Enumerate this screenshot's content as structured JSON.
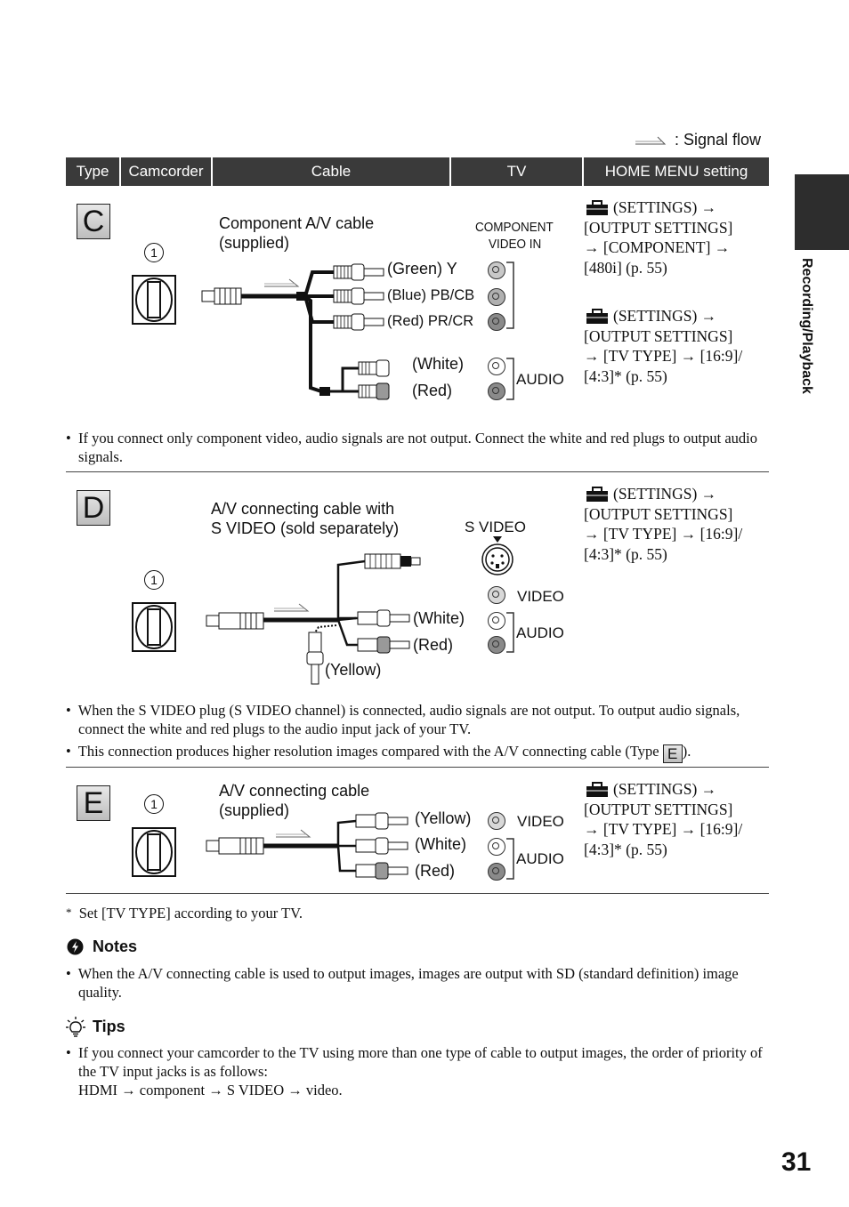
{
  "signal_flow": ": Signal flow",
  "header": {
    "type": "Type",
    "camcorder": "Camcorder",
    "cable": "Cable",
    "tv": "TV",
    "menu": "HOME MENU setting"
  },
  "side_tab": "Recording/Playback",
  "page_number": "31",
  "section_c": {
    "letter": "C",
    "num": "1",
    "cable_line1": "Component A/V cable",
    "cable_line2": "(supplied)",
    "tv_label_line1": "COMPONENT",
    "tv_label_line2": "VIDEO IN",
    "plug_green": "(Green) Y",
    "plug_blue": "(Blue) PB/CB",
    "plug_red_c": "(Red) PR/CR",
    "plug_white": "(White)",
    "plug_red": "(Red)",
    "audio": "AUDIO",
    "menu1": [
      "(SETTINGS) →",
      "[OUTPUT SETTINGS]",
      "→ [COMPONENT] →",
      "[480i] (p. 55)"
    ],
    "menu2": [
      "(SETTINGS) →",
      "[OUTPUT SETTINGS]",
      "→ [TV TYPE] → [16:9]/",
      "[4:3]* (p. 55)"
    ],
    "note": "If you connect only component video, audio signals are not output. Connect the white and red plugs to output audio signals."
  },
  "section_d": {
    "letter": "D",
    "num": "1",
    "cable_line1": "A/V connecting cable with",
    "cable_line2": "S VIDEO (sold separately)",
    "svideo": "S VIDEO",
    "video": "VIDEO",
    "audio": "AUDIO",
    "plug_white": "(White)",
    "plug_red": "(Red)",
    "plug_yellow": "(Yellow)",
    "menu": [
      "(SETTINGS) →",
      "[OUTPUT SETTINGS]",
      "→ [TV TYPE] → [16:9]/",
      "[4:3]* (p. 55)"
    ],
    "note1": "When the S VIDEO plug (S VIDEO channel) is connected, audio signals are not output. To output audio signals, connect the white and red plugs to the audio input jack of your TV.",
    "note2_before": "This connection produces higher resolution images compared with the A/V connecting cable (Type",
    "note2_letter": "E",
    "note2_after": ")."
  },
  "section_e": {
    "letter": "E",
    "num": "1",
    "cable_line1": "A/V connecting cable",
    "cable_line2": "(supplied)",
    "plug_yellow": "(Yellow)",
    "plug_white": "(White)",
    "plug_red": "(Red)",
    "video": "VIDEO",
    "audio": "AUDIO",
    "menu": [
      "(SETTINGS) →",
      "[OUTPUT SETTINGS]",
      "→ [TV TYPE] → [16:9]/",
      "[4:3]* (p. 55)"
    ]
  },
  "footnote": "Set [TV TYPE] according to your TV.",
  "footnote_mark": "*",
  "notes": {
    "title": "Notes",
    "items": [
      "When the A/V connecting cable is used to output images, images are output with SD (standard definition) image quality."
    ]
  },
  "tips": {
    "title": "Tips",
    "items": [
      "If you connect your camcorder to the TV using more than one type of cable to output images, the order of priority of the TV input jacks is as follows:"
    ],
    "priority": "HDMI → component → S VIDEO → video."
  }
}
